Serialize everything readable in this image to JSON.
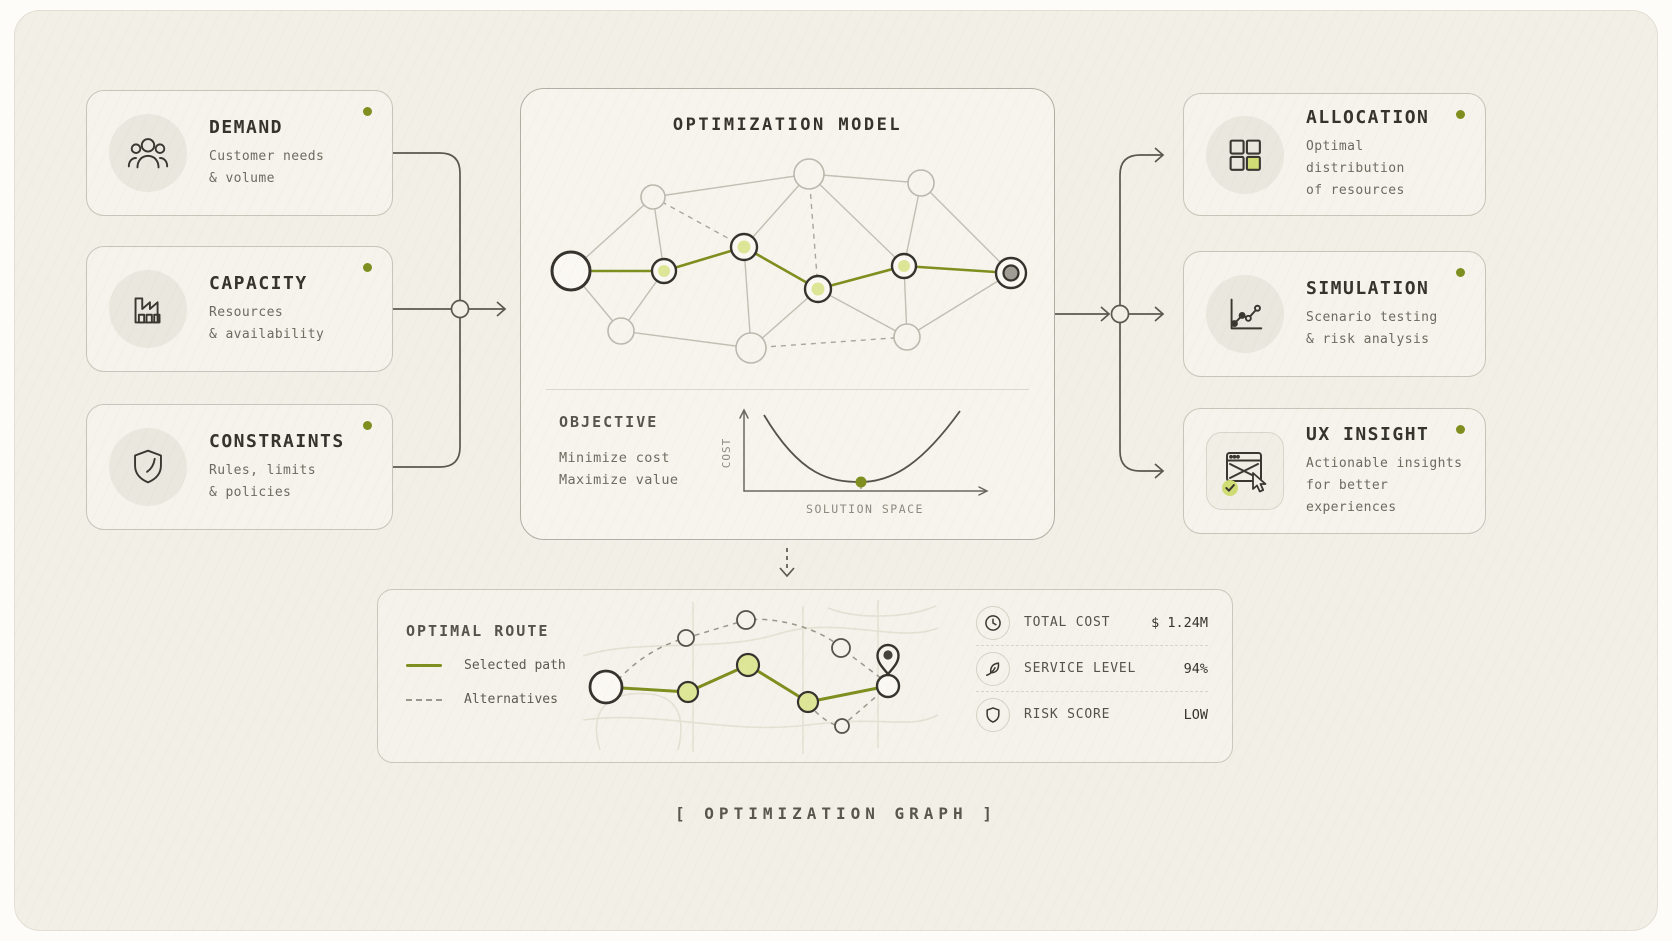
{
  "colors": {
    "accent_green": "#7e8f1f",
    "node_fill_green": "#dde697",
    "highlight_green": "#cfdd74",
    "line_gray": "#c2beb3",
    "connector": "#5b584f",
    "background": "#f2efe7"
  },
  "inputs": [
    {
      "title": "DEMAND",
      "line1": "Customer needs",
      "line2": "& volume",
      "icon": "people-icon"
    },
    {
      "title": "CAPACITY",
      "line1": "Resources",
      "line2": "& availability",
      "icon": "factory-icon"
    },
    {
      "title": "CONSTRAINTS",
      "line1": "Rules, limits",
      "line2": "& policies",
      "icon": "shield-icon"
    }
  ],
  "model": {
    "title": "OPTIMIZATION MODEL",
    "objective": {
      "heading": "OBJECTIVE",
      "line1": "Minimize cost",
      "line2": "Maximize value",
      "ylabel": "COST",
      "xlabel": "SOLUTION SPACE"
    }
  },
  "outputs": [
    {
      "title": "ALLOCATION",
      "line1": "Optimal distribution",
      "line2": "of resources",
      "icon": "grid-icon"
    },
    {
      "title": "SIMULATION",
      "line1": "Scenario testing",
      "line2": "& risk analysis",
      "icon": "line-chart-icon"
    },
    {
      "title": "UX INSIGHT",
      "line1": "Actionable insights",
      "line2": "for better experiences",
      "icon": "browser-cursor-icon"
    }
  ],
  "route": {
    "title": "OPTIMAL ROUTE",
    "legend": [
      {
        "label": "Selected path",
        "style": "solid-green"
      },
      {
        "label": "Alternatives",
        "style": "dashed-gray"
      }
    ],
    "metrics": [
      {
        "icon": "clock-icon",
        "label": "TOTAL COST",
        "value": "$ 1.24M"
      },
      {
        "icon": "leaf-icon",
        "label": "SERVICE LEVEL",
        "value": "94%"
      },
      {
        "icon": "shield-icon",
        "label": "RISK SCORE",
        "value": "LOW"
      }
    ]
  },
  "footer": {
    "caption": "[ OPTIMIZATION GRAPH ]"
  }
}
